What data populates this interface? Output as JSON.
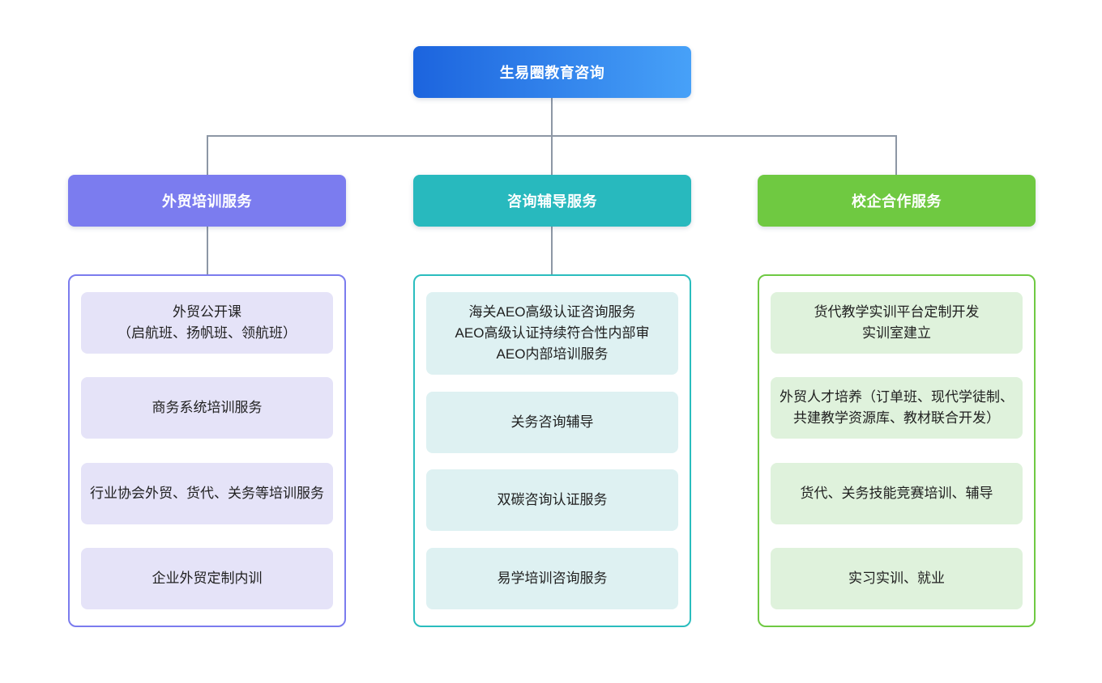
{
  "root": {
    "label": "生易圈教育咨询"
  },
  "branches": [
    {
      "label": "外贸培训服务",
      "items": [
        "外贸公开课\n（启航班、扬帆班、领航班）",
        "商务系统培训服务",
        "行业协会外贸、货代、关务等培训服务",
        "企业外贸定制内训"
      ]
    },
    {
      "label": "咨询辅导服务",
      "items": [
        "海关AEO高级认证咨询服务\nAEO高级认证持续符合性内部审\nAEO内部培训服务",
        "关务咨询辅导",
        "双碳咨询认证服务",
        "易学培训咨询服务"
      ]
    },
    {
      "label": "校企合作服务",
      "items": [
        "货代教学实训平台定制开发\n实训室建立",
        "外贸人才培养（订单班、现代学徒制、共建教学资源库、教材联合开发）",
        "货代、关务技能竞赛培训、辅导",
        "实习实训、就业"
      ]
    }
  ],
  "colors": {
    "root_gradient_from": "#1c64de",
    "root_gradient_to": "#47a1f8",
    "branch_trade_training": "#7b7cef",
    "branch_consulting": "#28b9be",
    "branch_school_enterprise": "#6fc941",
    "item_bg_trade_training": "#e5e3f8",
    "item_bg_consulting": "#def1f2",
    "item_bg_school_enterprise": "#dff2dc",
    "connector_line": "#8d97a5",
    "page_background": "#ffffff"
  }
}
